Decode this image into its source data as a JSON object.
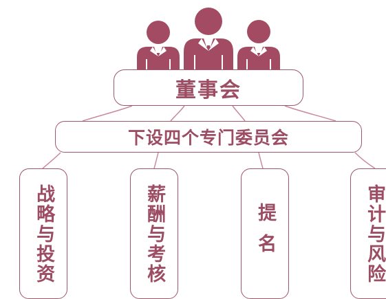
{
  "colors": {
    "accent": "#a0566a",
    "text": "#9c4d63",
    "people": "#a24b63"
  },
  "icon": "board-members-icon",
  "board": {
    "label": "董事会"
  },
  "subheading": {
    "label": "下设四个专门委员会"
  },
  "committees": [
    {
      "label": "战略与投资"
    },
    {
      "label": "薪酬与考核"
    },
    {
      "label": "提名"
    },
    {
      "label": "审计与风险"
    }
  ]
}
